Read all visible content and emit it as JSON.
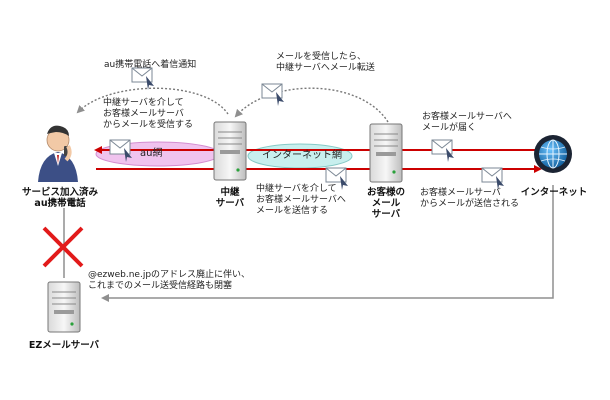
{
  "nodes": {
    "phone_user": "サービス加入済み\nau携帯電話",
    "relay_server": "中継\nサーバ",
    "customer_server": "お客様の\nメール\nサーバ",
    "internet": "インターネット",
    "ez_server": "EZメールサーバ"
  },
  "networks": {
    "au": "au網",
    "internet": "インターネット網"
  },
  "notes": {
    "incoming_notice": "au携帯電話へ着信通知",
    "forward_to_relay": "メールを受信したら、\n中継サーバへメール転送",
    "receive_via_relay": "中継サーバを介して\nお客様メールサーバ\nからメールを受信する",
    "send_via_relay": "中継サーバを介して\nお客様メールサーバへ\nメールを送信する",
    "mail_arrives": "お客様メールサーバへ\nメールが届く",
    "mail_sent": "お客様メールサーバ\nからメールが送信される",
    "abolished": "@ezweb.ne.jpのアドレス廃止に伴い、\nこれまでのメール送受信経路も閉塞"
  },
  "colors": {
    "arrow_red": "#cc0000",
    "arrow_gray": "#8f8f8f",
    "au_network_fill": "#f0c3ee",
    "internet_network_fill": "#c8efee",
    "cross_red": "#e21a1a",
    "globe_blue": "#1e8fd0"
  }
}
